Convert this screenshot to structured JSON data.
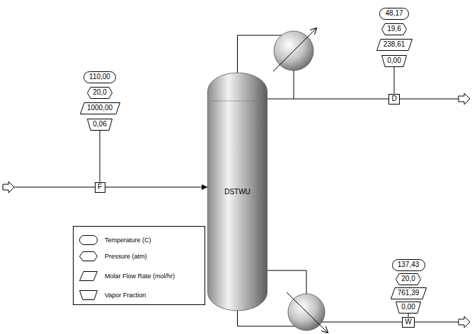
{
  "diagram": {
    "nodes": [
      {
        "text": [
          "48,17"
        ]
      },
      {
        "text": [
          "19,6"
        ]
      },
      {
        "text": [
          "238,61"
        ]
      },
      {
        "text": [
          "0,00"
        ]
      },
      {
        "text": [
          "D"
        ]
      },
      {
        "text": [
          "110,00"
        ]
      },
      {
        "text": [
          "20,0"
        ]
      },
      {
        "text": [
          "1000,00"
        ]
      },
      {
        "text": [
          "0,06"
        ]
      },
      {
        "text": [
          "F"
        ]
      },
      {
        "text": [
          "DSTWU"
        ]
      },
      {
        "text": [
          "137,43"
        ]
      },
      {
        "text": [
          "20,0"
        ]
      },
      {
        "text": [
          "761,39"
        ]
      },
      {
        "text": [
          "0,00"
        ]
      },
      {
        "text": [
          "W"
        ]
      }
    ],
    "edges": [
      {
        "from": 9,
        "to": 10,
        "arrow": "to"
      },
      {
        "from": 10,
        "to": 4,
        "arrow": "none"
      },
      {
        "from": 10,
        "to": 15,
        "arrow": "none"
      },
      {
        "from": 3,
        "to": 4,
        "arrow": "none"
      },
      {
        "from": 8,
        "to": 9,
        "arrow": "none"
      },
      {
        "from": 14,
        "to": 15,
        "arrow": "none"
      }
    ],
    "legend": [
      {
        "text": "Temperature (C)"
      },
      {
        "text": "Pressure (atm)"
      },
      {
        "text": "Molar Flow Rate (mol/hr)"
      },
      {
        "text": "Vapor Fraction"
      }
    ]
  }
}
